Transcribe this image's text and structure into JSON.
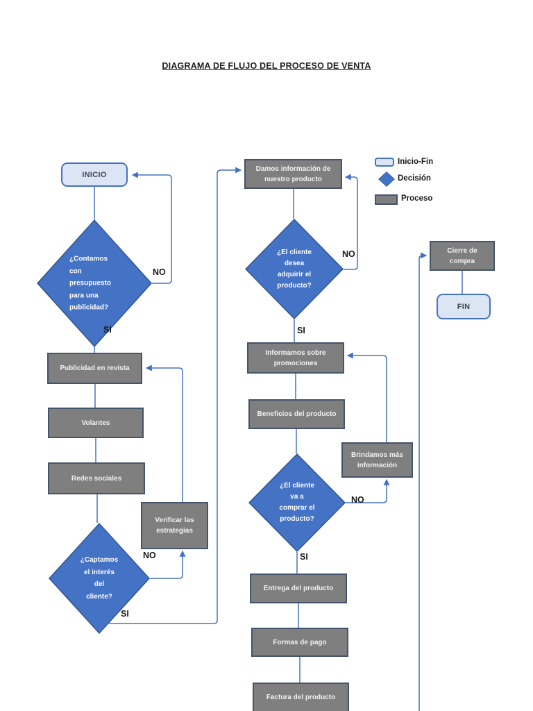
{
  "title": "DIAGRAMA DE FLUJO DEL PROCESO DE VENTA",
  "legend": {
    "items": [
      {
        "label": "Inicio-Fin",
        "type": "inicio_fin"
      },
      {
        "label": "Decisión",
        "type": "decision"
      },
      {
        "label": "Proceso",
        "type": "proceso"
      }
    ]
  },
  "nodes": {
    "inicio": {
      "label": "INICIO",
      "type": "inicio_fin"
    },
    "d_presupuesto": {
      "label": "¿Contamos\ncon\npresupuesto\npara una\npublicidad?",
      "type": "decision"
    },
    "publicidad_revista": {
      "label": "Publicidad en revista",
      "type": "proceso"
    },
    "volantes": {
      "label": "Volantes",
      "type": "proceso"
    },
    "redes_sociales": {
      "label": "Redes sociales",
      "type": "proceso"
    },
    "d_captamos": {
      "label": "¿Captamos\nel interés\ndel\ncliente?",
      "type": "decision"
    },
    "verificar_estrategias": {
      "label": "Verificar las\nestrategias",
      "type": "proceso"
    },
    "damos_informacion": {
      "label": "Damos información de\nnuestro producto",
      "type": "proceso"
    },
    "d_desea": {
      "label": "¿El cliente\ndesea\nadquirir el\nproducto?",
      "type": "decision"
    },
    "informamos_promociones": {
      "label": "Informamos sobre\npromociones",
      "type": "proceso"
    },
    "beneficios": {
      "label": "Beneficios del producto",
      "type": "proceso"
    },
    "d_comprar": {
      "label": "¿El cliente\nva a\ncomprar el\nproducto?",
      "type": "decision"
    },
    "brindamos_mas": {
      "label": "Brindamos más\ninformación",
      "type": "proceso"
    },
    "entrega": {
      "label": "Entrega del producto",
      "type": "proceso"
    },
    "formas_pago": {
      "label": "Formas de pago",
      "type": "proceso"
    },
    "factura": {
      "label": "Factura del producto",
      "type": "proceso"
    },
    "cierre_compra": {
      "label": "Cierre de\ncompra",
      "type": "proceso"
    },
    "fin": {
      "label": "FIN",
      "type": "inicio_fin"
    }
  },
  "edges": [
    {
      "from": "inicio",
      "to": "d_presupuesto"
    },
    {
      "from": "d_presupuesto",
      "to": "inicio",
      "label": "NO"
    },
    {
      "from": "d_presupuesto",
      "to": "publicidad_revista",
      "label": "SI"
    },
    {
      "from": "publicidad_revista",
      "to": "volantes"
    },
    {
      "from": "volantes",
      "to": "redes_sociales"
    },
    {
      "from": "redes_sociales",
      "to": "d_captamos"
    },
    {
      "from": "d_captamos",
      "to": "verificar_estrategias",
      "label": "NO"
    },
    {
      "from": "verificar_estrategias",
      "to": "publicidad_revista"
    },
    {
      "from": "d_captamos",
      "to": "damos_informacion",
      "label": "SI"
    },
    {
      "from": "damos_informacion",
      "to": "d_desea"
    },
    {
      "from": "d_desea",
      "to": "damos_informacion",
      "label": "NO"
    },
    {
      "from": "d_desea",
      "to": "informamos_promociones",
      "label": "SI"
    },
    {
      "from": "informamos_promociones",
      "to": "beneficios"
    },
    {
      "from": "beneficios",
      "to": "d_comprar"
    },
    {
      "from": "d_comprar",
      "to": "brindamos_mas",
      "label": "NO"
    },
    {
      "from": "brindamos_mas",
      "to": "informamos_promociones"
    },
    {
      "from": "d_comprar",
      "to": "entrega",
      "label": "SI"
    },
    {
      "from": "entrega",
      "to": "formas_pago"
    },
    {
      "from": "formas_pago",
      "to": "factura"
    },
    {
      "from": "factura",
      "to": "cierre_compra"
    },
    {
      "from": "cierre_compra",
      "to": "fin"
    }
  ],
  "colors": {
    "decision_fill": "#4472c4",
    "decision_border": "#2f528f",
    "process_fill": "#7f7f7f",
    "process_border": "#44546a",
    "inicio_fin_fill": "#dbe5f3",
    "inicio_fin_border": "#4472c4",
    "connector": "#4472c4",
    "text_on_shape": "#ffffff",
    "label_text": "#1a1a1a"
  }
}
